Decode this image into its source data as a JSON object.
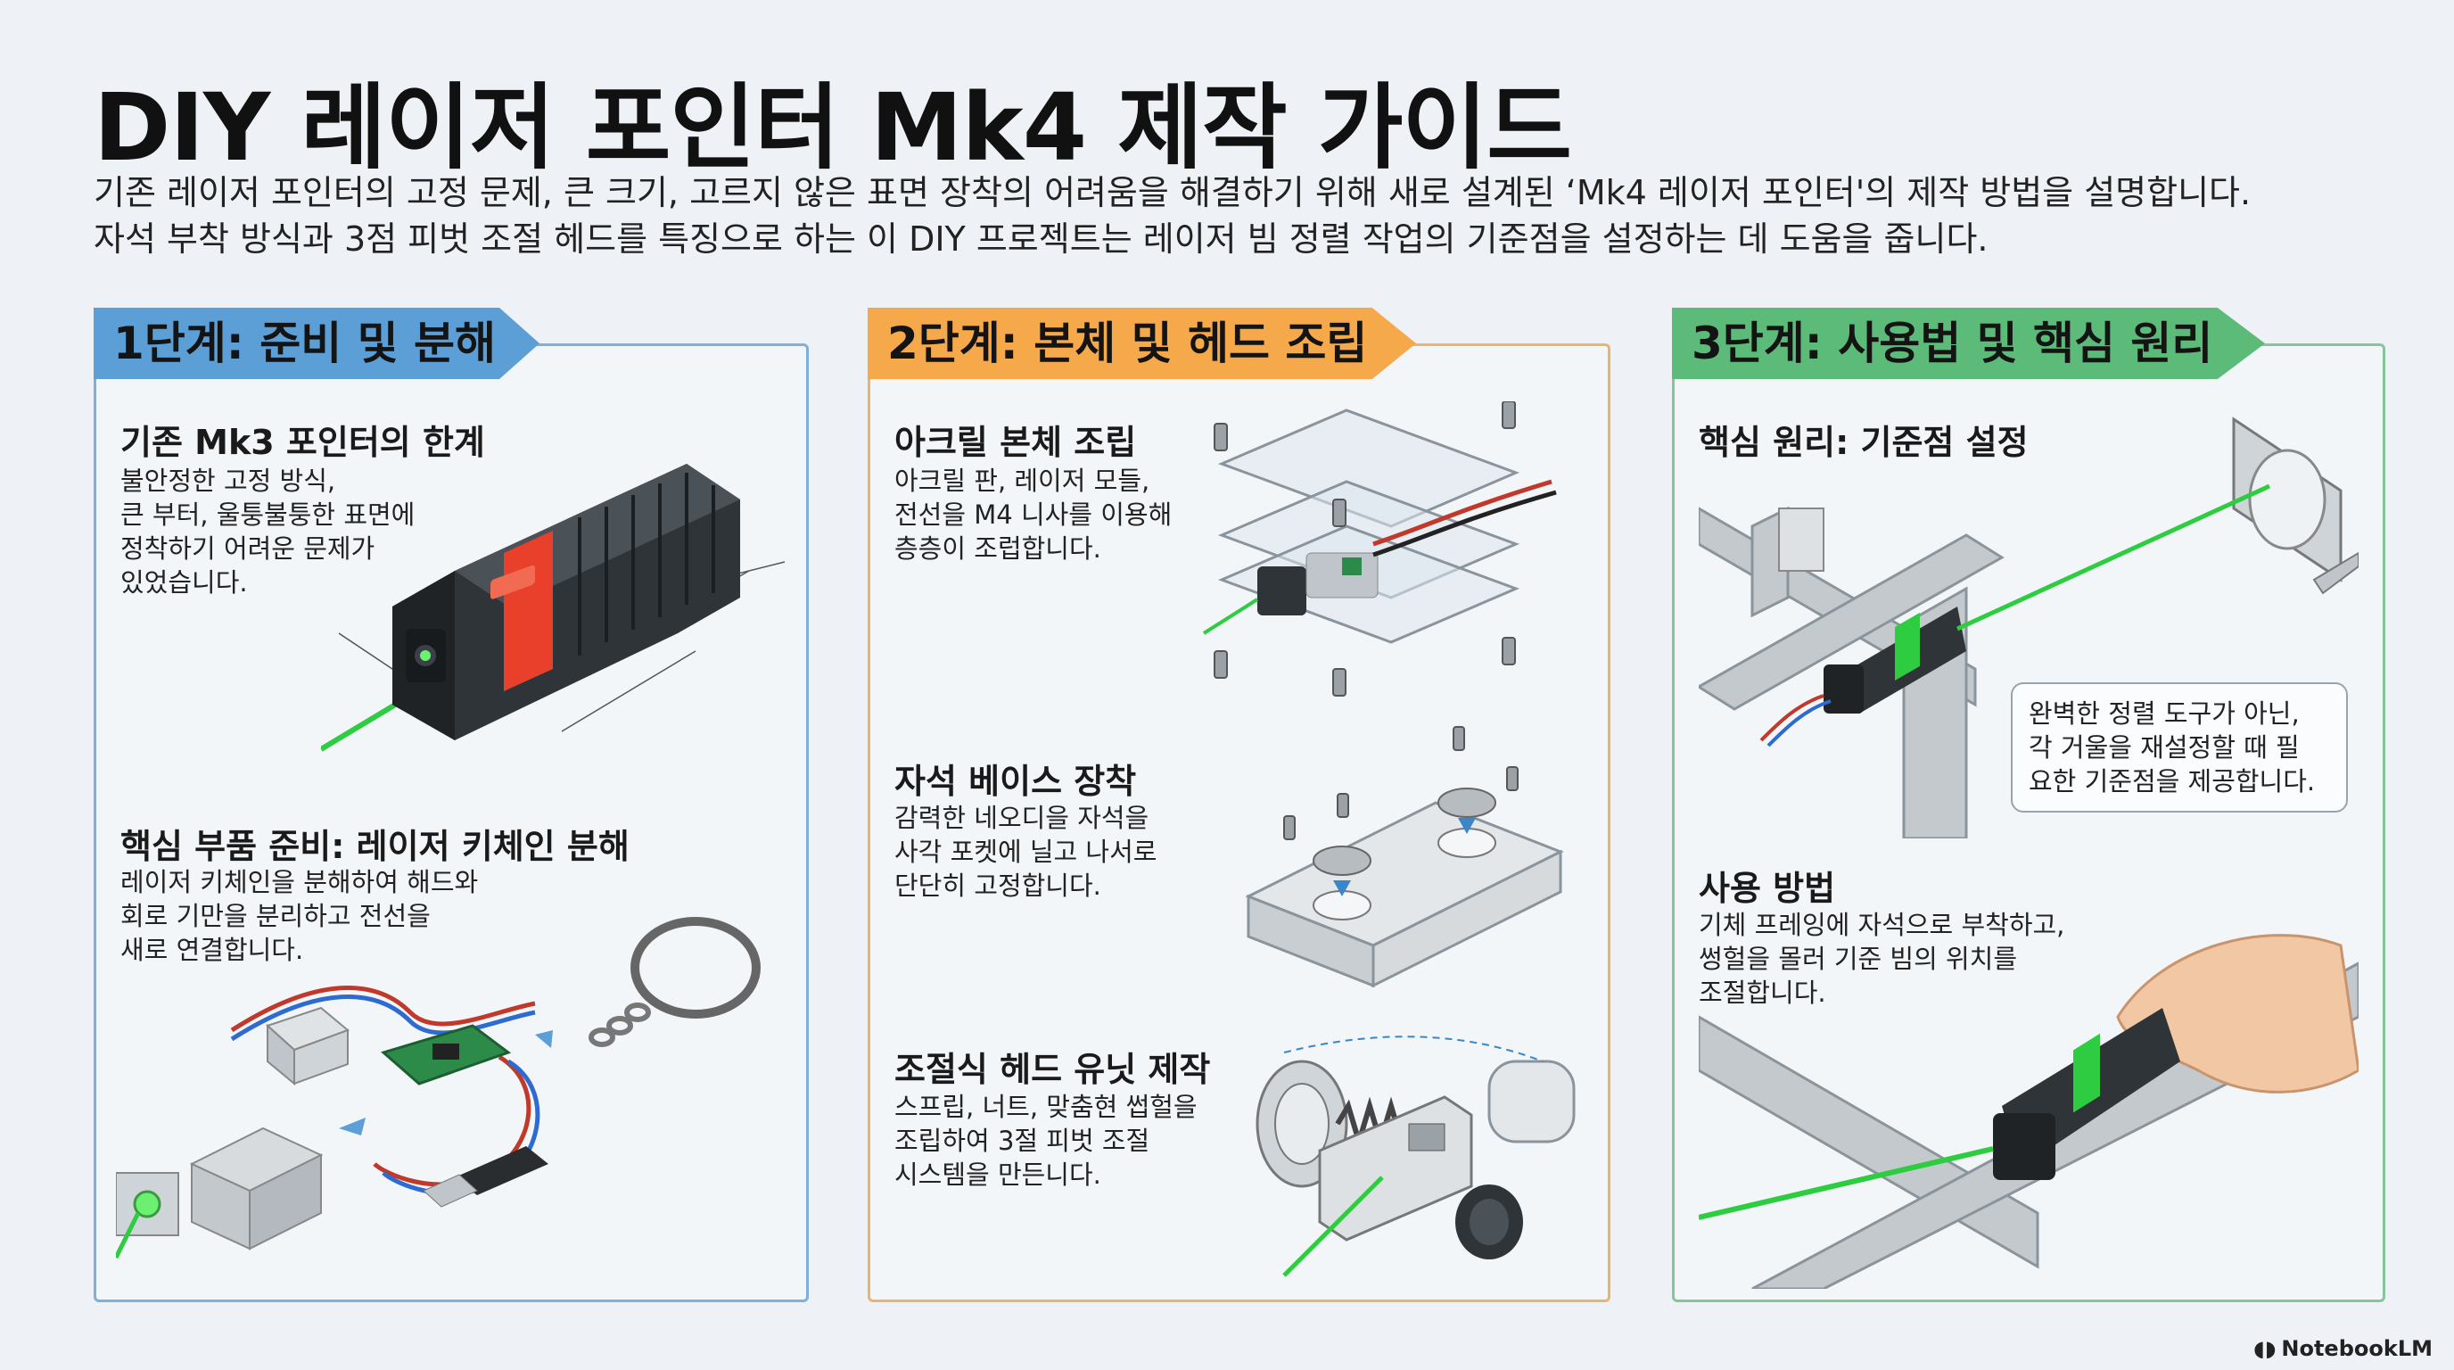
{
  "title": "DIY 레이저 포인터 Mk4 제작 가이드",
  "subtitle": {
    "line1": "기존 레이저 포인터의 고정 문제, 큰 크기, 고르지 않은 표면 장착의 어려움을 해결하기 위해 새로 설계된 ‘Mk4 레이저 포인터'의 제작 방법을 설명합니다.",
    "line2": "자석 부착 방식과 3점 피벗 조절 헤드를 특징으로 하는 이 DIY 프로젝트는 레이저 빔 정렬 작업의 기준점을 설정하는 데 도움을 줍니다."
  },
  "step1": {
    "banner": "1단계: 준비 및 분해",
    "section1": {
      "heading": "기존 Mk3 포인터의 한계",
      "body": "불안정한 고정 방식,\n큰 부터, 울퉁불퉁한 표면에\n정착하기 어려운 문제가\n있었습니다."
    },
    "section2": {
      "heading": "핵심 부품 준비: 레이저 키체인 분해",
      "body": "레이저 키체인을 분해하여 해드와\n회로 기만을 분리하고 전선을\n새로 연결합니다."
    }
  },
  "step2": {
    "banner": "2단계: 본체 및 헤드 조립",
    "section1": {
      "heading": "아크릴 본체 조립",
      "body": "아크릴 판, 레이저 모들,\n전선을 M4 니사를 이용해\n층층이 조럽합니다."
    },
    "section2": {
      "heading": "자석 베이스 장착",
      "body": "감력한 네오디을 자석을\n사각 포켓에 닐고 나서로\n단단히 고정합니다."
    },
    "section3": {
      "heading": "조절식 헤드 유닛 제작",
      "body": "스프립, 너트, 맞춤현 썹헐을\n조립하여 3절 피벗 조절\n시스템을 만든니다."
    }
  },
  "step3": {
    "banner": "3단계: 사용법 및 핵심 원리",
    "section1": {
      "heading": "핵심 원리: 기준점 설정",
      "callout": "완벽한 정렬 도구가 아닌,\n각 거울을 재설정할 때 필\n요한 기준점을 제공합니다."
    },
    "section2": {
      "heading": "사용 방법",
      "body": "기체 프레잉에 자석으로 부착하고,\n썽헐을 몰러 기준 빔의 위치를\n조절합니다."
    }
  },
  "brand": "NotebookLM",
  "colors": {
    "step1": "#5b9fd6",
    "step2": "#f5a94a",
    "step3": "#5dbb7a",
    "laser": "#2ecc40",
    "accent_red": "#e8402a"
  }
}
